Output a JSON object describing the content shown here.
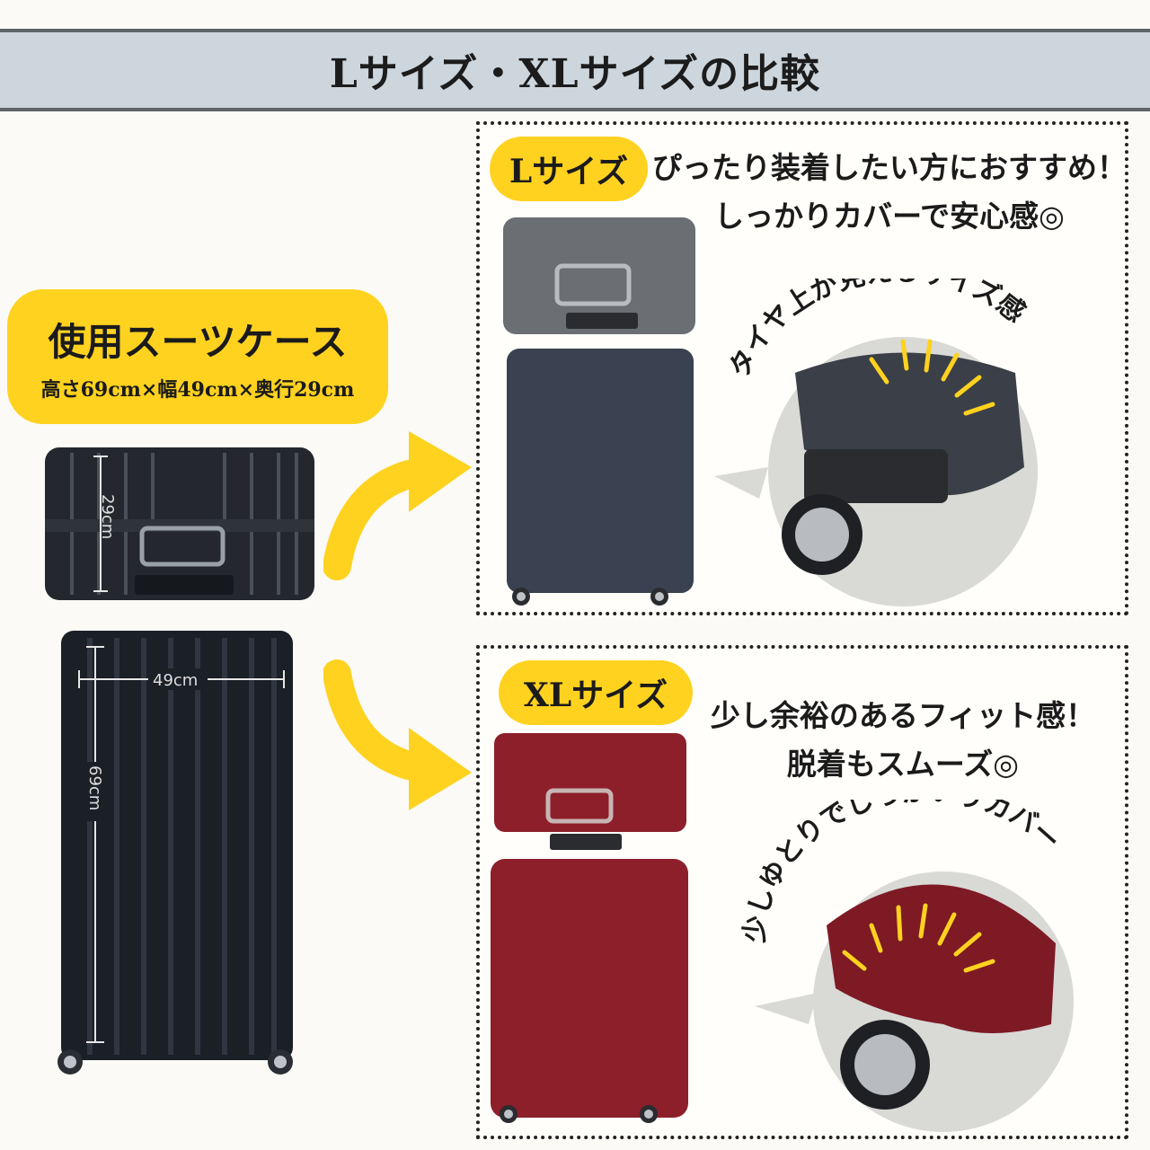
{
  "title": "Lサイズ・XLサイズの比較",
  "used_suitcase": {
    "title": "使用スーツケース",
    "dimensions": "高さ69cm×幅49cm×奥行29cm",
    "depth_label": "29cm",
    "width_label": "49cm",
    "height_label": "69cm"
  },
  "l_size": {
    "label": "Lサイズ",
    "headline_line1": "ぴったり装着したい方におすすめ！",
    "headline_line2": "しっかりカバーで安心感◎",
    "callout": "タイヤ上が見えるサイズ感"
  },
  "xl_size": {
    "label": "XLサイズ",
    "headline_line1": "少し余裕のあるフィット感！",
    "headline_line2": "脱着もスムーズ◎",
    "callout": "少しゆとりでしっかいりカバー"
  },
  "colors": {
    "accent_yellow": "#ffd21f",
    "title_bar": "#cdd6dd",
    "l_cover": "#3a4150",
    "xl_cover": "#8c1f2a",
    "suitcase": "#1b1f26"
  }
}
